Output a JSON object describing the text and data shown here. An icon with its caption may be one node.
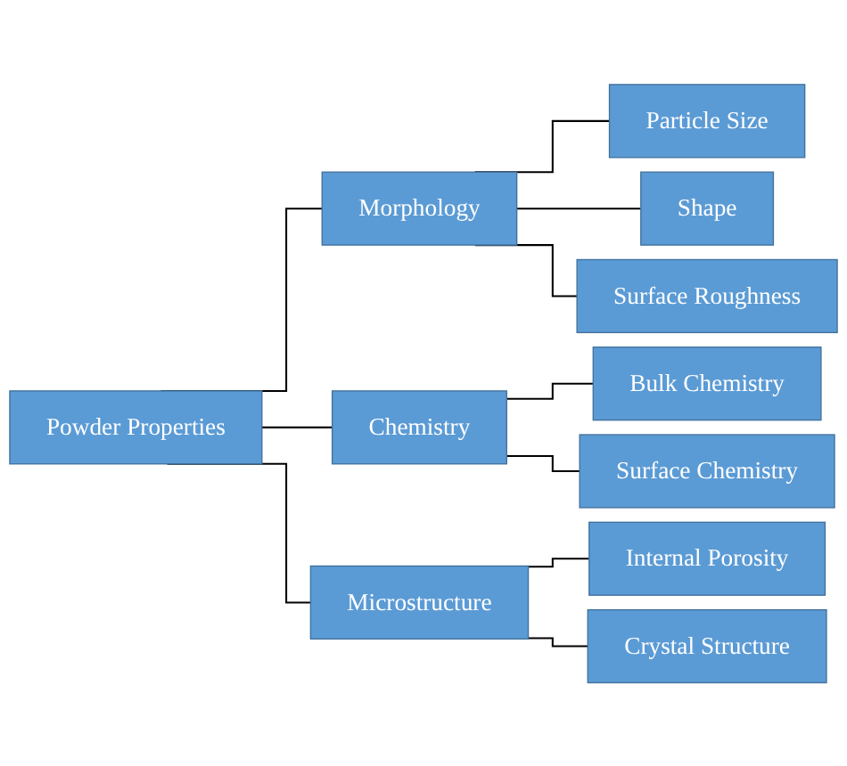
{
  "diagram": {
    "nodes": [
      {
        "text": [
          "Powder Properties"
        ]
      },
      {
        "text": [
          "Morphology"
        ]
      },
      {
        "text": [
          "Chemistry"
        ]
      },
      {
        "text": [
          "Microstructure"
        ]
      },
      {
        "text": [
          "Particle Size"
        ]
      },
      {
        "text": [
          "Shape"
        ]
      },
      {
        "text": [
          "Surface Roughness"
        ]
      },
      {
        "text": [
          "Bulk Chemistry"
        ]
      },
      {
        "text": [
          "Surface Chemistry"
        ]
      },
      {
        "text": [
          "Internal Porosity"
        ]
      },
      {
        "text": [
          "Crystal Structure"
        ]
      }
    ],
    "edges": [
      {
        "from": 0,
        "to": 1,
        "arrow": "none"
      },
      {
        "from": 0,
        "to": 2,
        "arrow": "none"
      },
      {
        "from": 0,
        "to": 3,
        "arrow": "none"
      },
      {
        "from": 1,
        "to": 4,
        "arrow": "none"
      },
      {
        "from": 1,
        "to": 5,
        "arrow": "none"
      },
      {
        "from": 1,
        "to": 6,
        "arrow": "none"
      },
      {
        "from": 2,
        "to": 7,
        "arrow": "none"
      },
      {
        "from": 2,
        "to": 8,
        "arrow": "none"
      },
      {
        "from": 3,
        "to": 9,
        "arrow": "none"
      },
      {
        "from": 3,
        "to": 10,
        "arrow": "none"
      }
    ]
  }
}
